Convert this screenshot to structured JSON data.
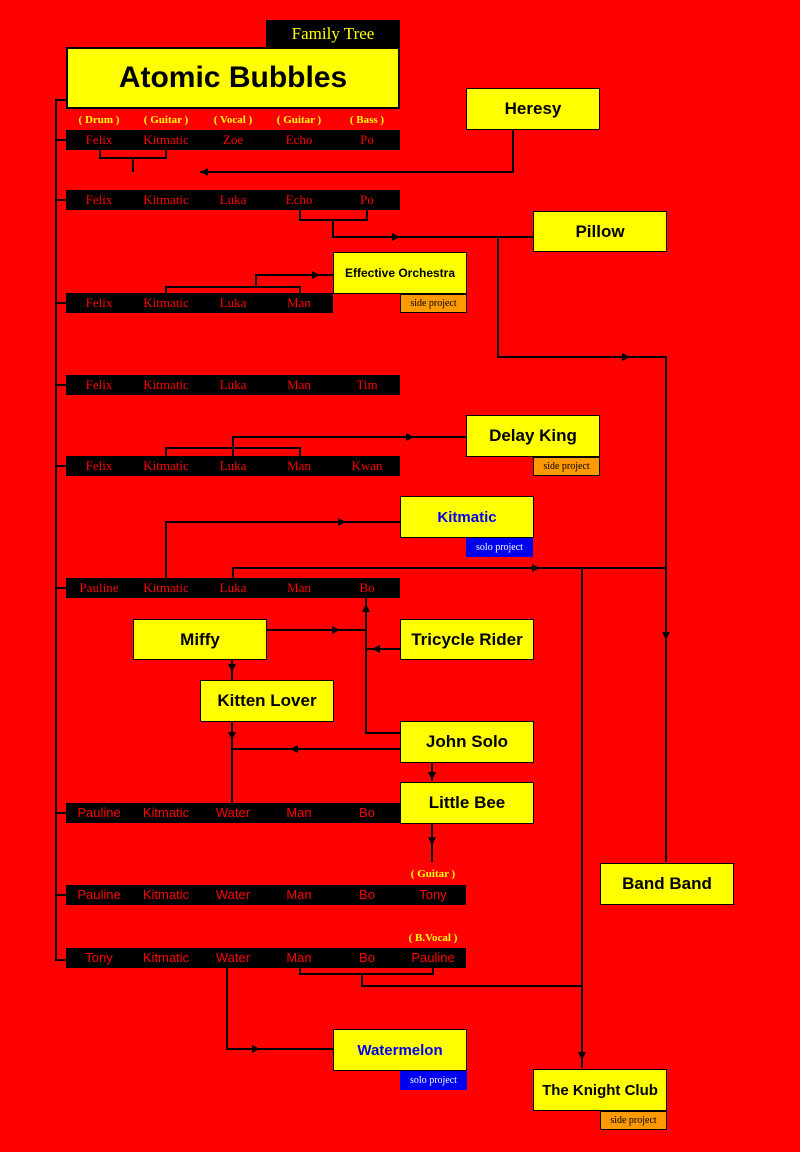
{
  "header": {
    "label": "Family Tree",
    "title": "Atomic Bubbles"
  },
  "roles1": [
    "( Drum )",
    "( Guitar )",
    "( Vocal )",
    "( Guitar )",
    "( Bass )"
  ],
  "role_guitar": "( Guitar )",
  "role_bvocal": "( B.Vocal )",
  "lineups": [
    {
      "members": [
        "Felix",
        "Kitmatic",
        "Zoe",
        "Echo",
        "Po"
      ]
    },
    {
      "members": [
        "Felix",
        "Kitmatic",
        "Luka",
        "Echo",
        "Po"
      ]
    },
    {
      "members": [
        "Felix",
        "Kitmatic",
        "Luka",
        "Man"
      ]
    },
    {
      "members": [
        "Felix",
        "Kitmatic",
        "Luka",
        "Man",
        "Tim"
      ]
    },
    {
      "members": [
        "Felix",
        "Kitmatic",
        "Luka",
        "Man",
        "Kwan"
      ]
    },
    {
      "members": [
        "Pauline",
        "Kitmatic",
        "Luka",
        "Man",
        "Bo"
      ]
    },
    {
      "members": [
        "Pauline",
        "Kitmatic",
        "Water",
        "Man",
        "Bo"
      ]
    },
    {
      "members": [
        "Pauline",
        "Kitmatic",
        "Water",
        "Man",
        "Bo",
        "Tony"
      ]
    },
    {
      "members": [
        "Tony",
        "Kitmatic",
        "Water",
        "Man",
        "Bo",
        "Pauline"
      ]
    }
  ],
  "bands": {
    "heresy": "Heresy",
    "pillow": "Pillow",
    "effective_orchestra": "Effective Orchestra",
    "delay_king": "Delay King",
    "kitmatic": "Kitmatic",
    "miffy": "Miffy",
    "tricycle_rider": "Tricycle Rider",
    "kitten_lover": "Kitten Lover",
    "john_solo": "John Solo",
    "little_bee": "Little Bee",
    "band_band": "Band Band",
    "watermelon": "Watermelon",
    "knight_club": "The Knight Club"
  },
  "tags": {
    "side_project": "side project",
    "solo_project": "solo project"
  },
  "colors": {
    "background": "#ff0000",
    "box": "#ffff00",
    "side_tag": "#ff9900",
    "solo_tag": "#0000ee",
    "solo_text": "#0000ee",
    "member_text": "#ff0000",
    "role_text": "#ffff00"
  }
}
